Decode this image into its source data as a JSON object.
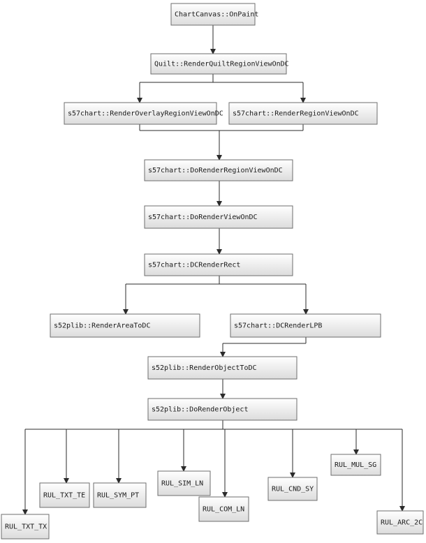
{
  "nodes": [
    {
      "id": "onpaint",
      "label": "ChartCanvas::OnPaint"
    },
    {
      "id": "quilt",
      "label": "Quilt::RenderQuiltRegionViewOnDC"
    },
    {
      "id": "overlay",
      "label": "s57chart::RenderOverlayRegionViewOnDC"
    },
    {
      "id": "region",
      "label": "s57chart::RenderRegionViewOnDC"
    },
    {
      "id": "doregion",
      "label": "s57chart::DoRenderRegionViewOnDC"
    },
    {
      "id": "doview",
      "label": "s57chart::DoRenderViewOnDC"
    },
    {
      "id": "dcrect",
      "label": "s57chart::DCRenderRect"
    },
    {
      "id": "area",
      "label": "s52plib::RenderAreaToDC"
    },
    {
      "id": "lpb",
      "label": "s57chart::DCRenderLPB"
    },
    {
      "id": "objtodc",
      "label": "s52plib::RenderObjectToDC"
    },
    {
      "id": "doobj",
      "label": "s52plib::DoRenderObject"
    },
    {
      "id": "txt_tx",
      "label": "RUL_TXT_TX"
    },
    {
      "id": "txt_te",
      "label": "RUL_TXT_TE"
    },
    {
      "id": "sym_pt",
      "label": "RUL_SYM_PT"
    },
    {
      "id": "sim_ln",
      "label": "RUL_SIM_LN"
    },
    {
      "id": "com_ln",
      "label": "RUL_COM_LN"
    },
    {
      "id": "cnd_sy",
      "label": "RUL_CND_SY"
    },
    {
      "id": "mul_sg",
      "label": "RUL_MUL_SG"
    },
    {
      "id": "arc_2c",
      "label": "RUL_ARC_2C"
    }
  ],
  "edges": [
    {
      "from": "onpaint",
      "to": "quilt"
    },
    {
      "from": "quilt",
      "to": "overlay"
    },
    {
      "from": "quilt",
      "to": "region"
    },
    {
      "from": "overlay",
      "to": "doregion"
    },
    {
      "from": "doregion",
      "to": "doview"
    },
    {
      "from": "doview",
      "to": "dcrect"
    },
    {
      "from": "dcrect",
      "to": "area"
    },
    {
      "from": "dcrect",
      "to": "lpb"
    },
    {
      "from": "lpb",
      "to": "objtodc"
    },
    {
      "from": "objtodc",
      "to": "doobj"
    },
    {
      "from": "doobj",
      "to": "txt_tx"
    },
    {
      "from": "doobj",
      "to": "txt_te"
    },
    {
      "from": "doobj",
      "to": "sym_pt"
    },
    {
      "from": "doobj",
      "to": "sim_ln"
    },
    {
      "from": "doobj",
      "to": "com_ln"
    },
    {
      "from": "doobj",
      "to": "cnd_sy"
    },
    {
      "from": "doobj",
      "to": "mul_sg"
    },
    {
      "from": "doobj",
      "to": "arc_2c"
    }
  ]
}
